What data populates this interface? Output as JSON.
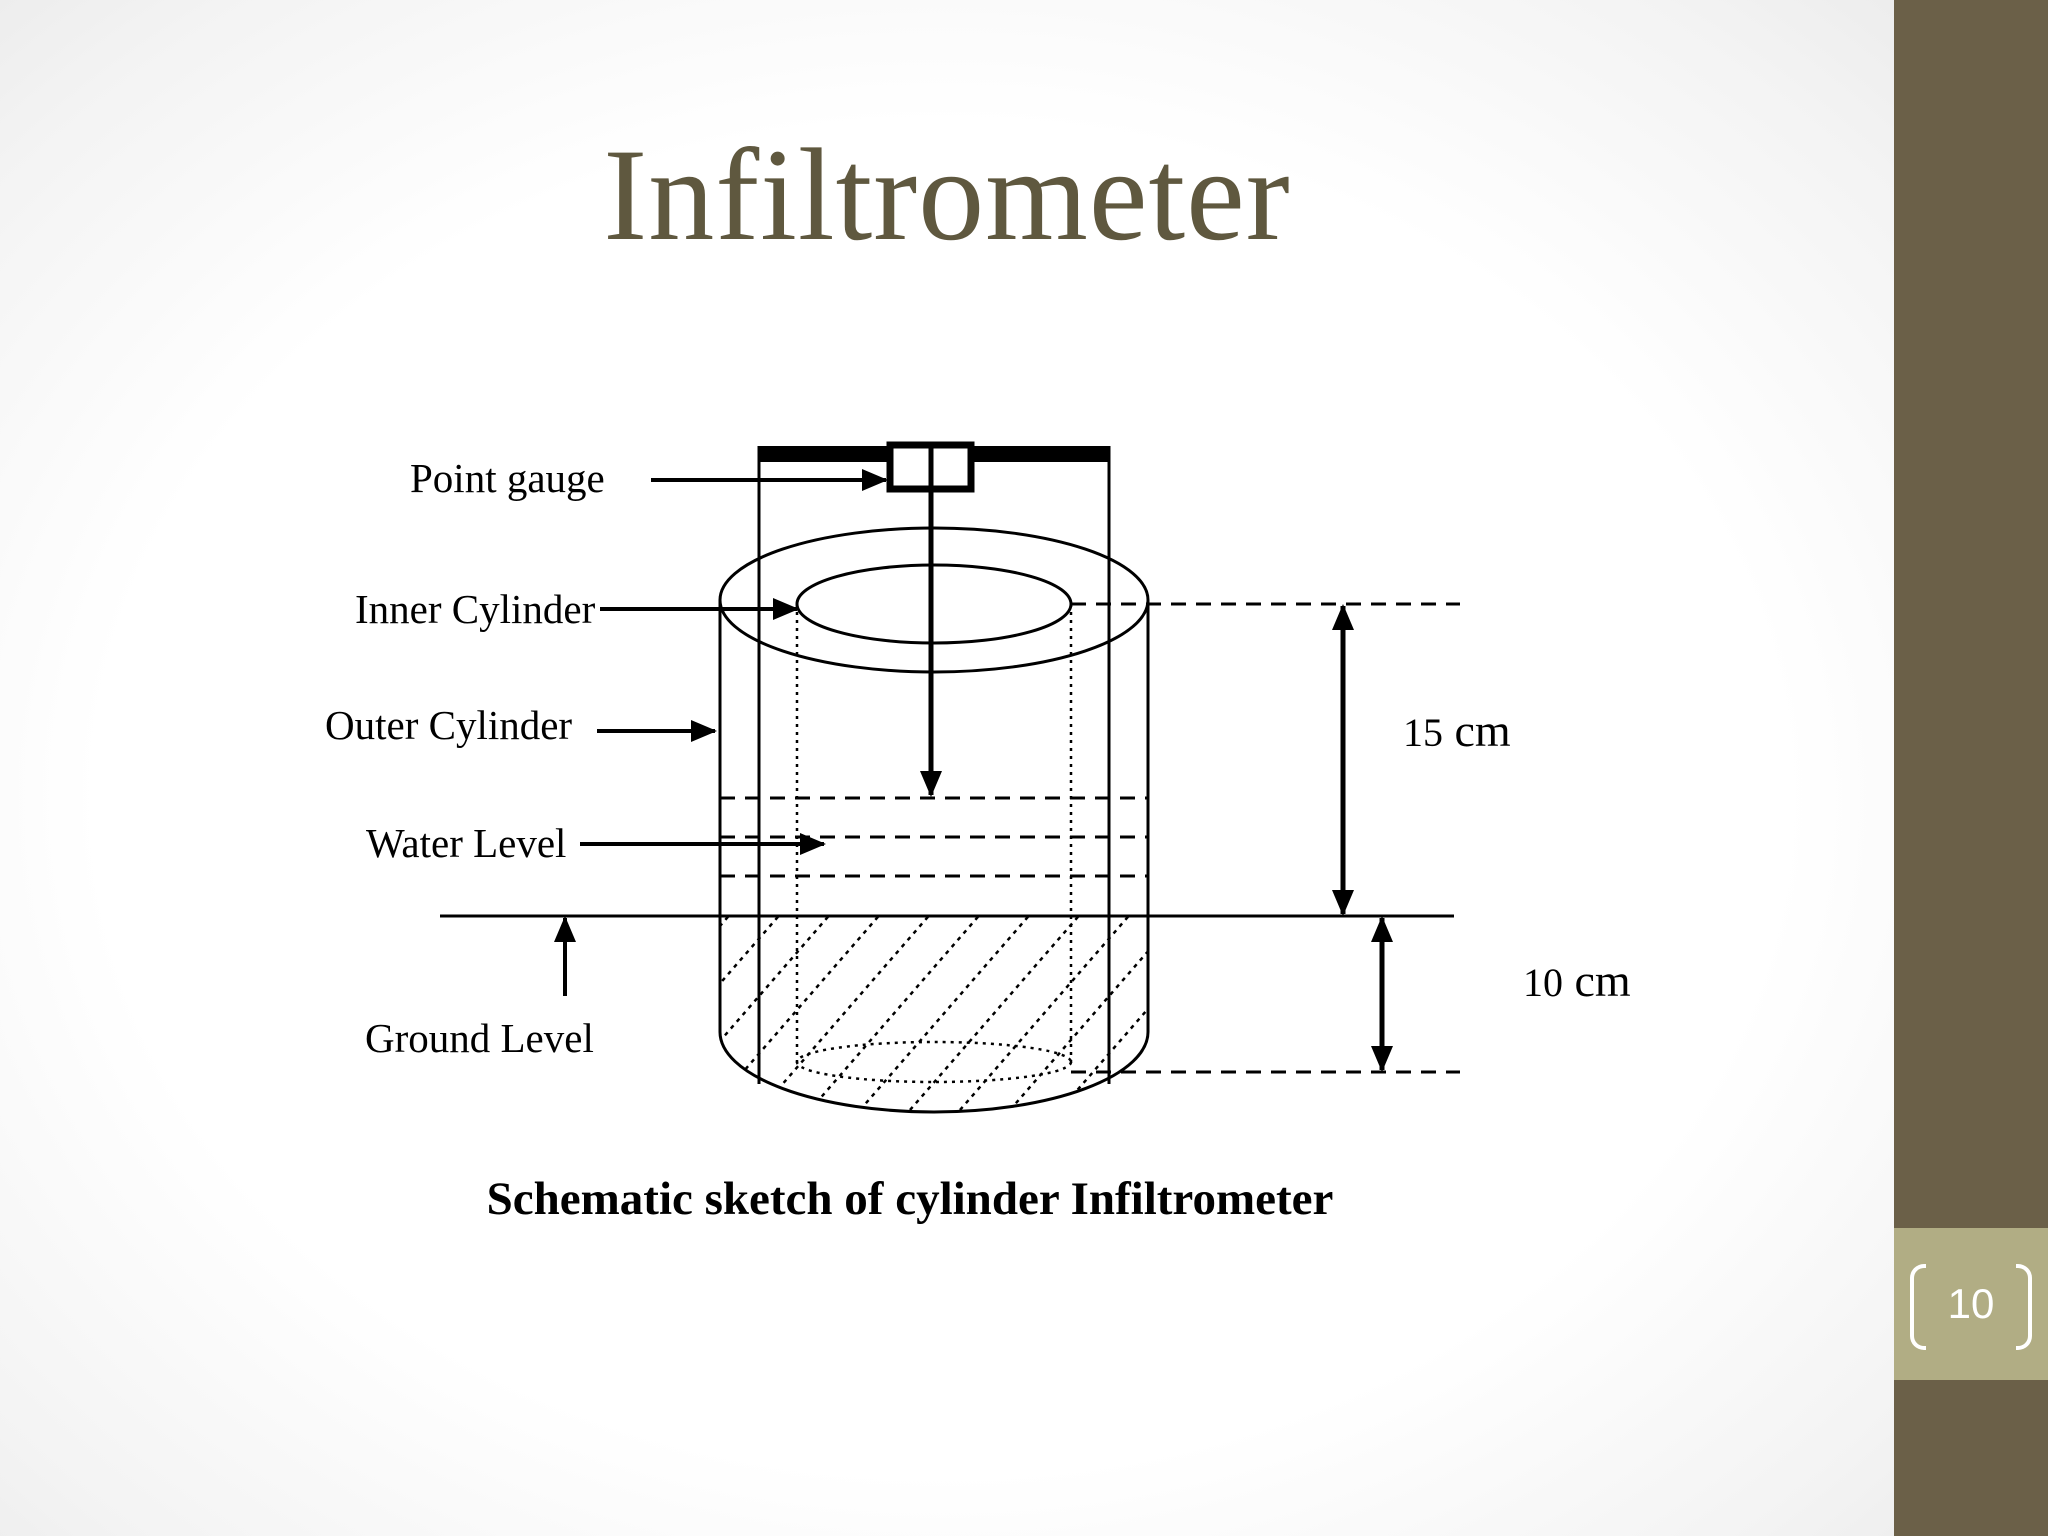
{
  "slide": {
    "title": "Infiltrometer",
    "page_number": "10",
    "caption": "Schematic sketch of cylinder Infiltrometer"
  },
  "diagram": {
    "labels": {
      "point_gauge": "Point gauge",
      "inner_cylinder": "Inner Cylinder",
      "outer_cylinder": "Outer Cylinder",
      "water_level": "Water Level",
      "ground_level": "Ground Level"
    },
    "dimensions": {
      "upper": {
        "value": "15",
        "unit": "cm"
      },
      "lower": {
        "value": "10",
        "unit": "cm"
      }
    }
  },
  "theme": {
    "title_color": "#5f583f",
    "sidebar_color": "#6b6048",
    "page_box_color": "#b1ad84"
  }
}
